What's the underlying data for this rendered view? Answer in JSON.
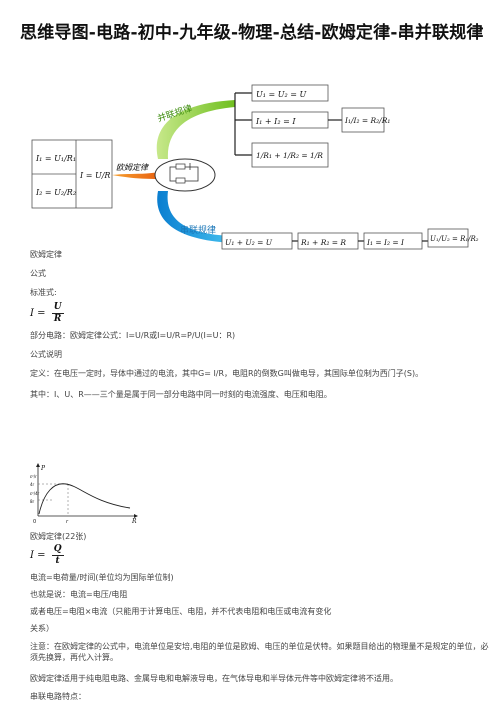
{
  "title": "思维导图-电路-初中-九年级-物理-总结-欧姆定律-串并联规律",
  "mindmap": {
    "center_label": "欧姆定律",
    "parallel_label": "并联规律",
    "series_label": "串联规律",
    "ohm_box": {
      "I1": "I₁ = U₁/R₁",
      "I2": "I₂ = U₂/R₂",
      "I": "I = U/R"
    },
    "parallel_rules": [
      "U₁ = U₂ = U",
      "I₁ + I₂ = I",
      "1/R₁ + 1/R₂ = 1/R"
    ],
    "parallel_ratio": "I₁/I₂ = R₂/R₁",
    "series_rules": [
      "U₁ + U₂ = U",
      "R₁ + R₂ = R",
      "I₁ = I₂ = I"
    ],
    "series_ratio": "U₁/U₂ = R₁/R₂"
  },
  "content": {
    "h_ohm": "欧姆定律",
    "h_formula": "公式",
    "h_standard": "标准式:",
    "std_lhs": "I =",
    "std_num": "U",
    "std_den": "R",
    "partial": "部分电路：欧姆定律公式：I=U/R或I=U/R=P/U(I=U：R)",
    "h_explain": "公式说明",
    "definition": "定义：在电压一定时，导体中通过的电流，其中G= I/R，电阻R的倒数G叫做电导，其国际单位制为西门子(S)。",
    "meaning": "其中：I、U、R——三个量是属于同一部分电路中同一时刻的电流强度、电压和电阻。",
    "h_ohm22": "欧姆定律(22张)",
    "q_lhs": "I =",
    "q_num": "Q",
    "q_den": "t",
    "current_def": "电流=电荷量/时间(单位均为国际单位制)",
    "also": "也就是说：电流=电压/电阻",
    "or": "或者电压=电阻×电流（只能用于计算电压、电阻，并不代表电阻和电压或电流有变化",
    "relation": "关系）",
    "note": "注意：在欧姆定律的公式中，电流单位是安培,电阻的单位是欧姆、电压的单位是伏特。如果题目给出的物理量不是规定的单位，必须先换算，再代入计算。",
    "applicable": "欧姆定律适用于纯电阻电路、金属导电和电解液导电，在气体导电和半导体元件等中欧姆定律将不适用。",
    "h_series": "串联电路特点："
  },
  "graph": {
    "y_axis_label": "P",
    "x_axis_label": "R",
    "origin_label": "0",
    "x_tick": "r",
    "y_ticks": [
      "ε²/r",
      "4r",
      "ε²/4r",
      "8r"
    ]
  },
  "colors": {
    "parallel_branch": "#7cc22f",
    "series_branch": "#1aa0e0",
    "center_branch": "#f08020"
  }
}
